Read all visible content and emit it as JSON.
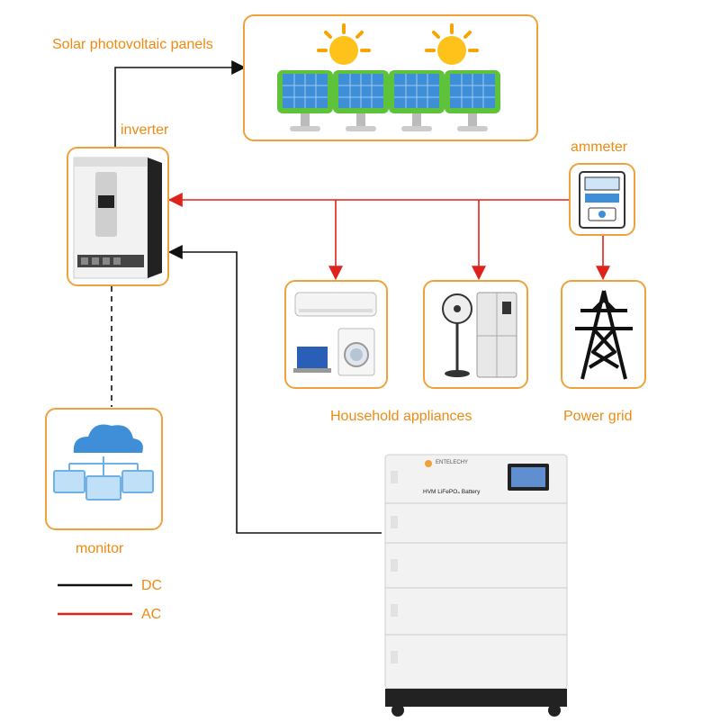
{
  "labels": {
    "solar": "Solar photovoltaic panels",
    "inverter": "inverter",
    "ammeter": "ammeter",
    "household": "Household appliances",
    "grid": "Power grid",
    "monitor": "monitor"
  },
  "legend": {
    "dc": "DC",
    "ac": "AC",
    "dc_color": "#111111",
    "ac_color": "#e0221c"
  },
  "battery": {
    "brand": "ENTELECHY",
    "model": "HVM LiFePO₄ Battery"
  },
  "colors": {
    "accent": "#f0a23a",
    "label": "#ee8a12"
  },
  "icons": [
    "sun-icon",
    "solar-panel-icon",
    "inverter-icon",
    "meter-icon",
    "air-conditioner-icon",
    "laptop-icon",
    "washing-machine-icon",
    "fan-icon",
    "refrigerator-icon",
    "transmission-tower-icon",
    "cloud-icon",
    "computer-icon",
    "battery-stack-icon"
  ]
}
